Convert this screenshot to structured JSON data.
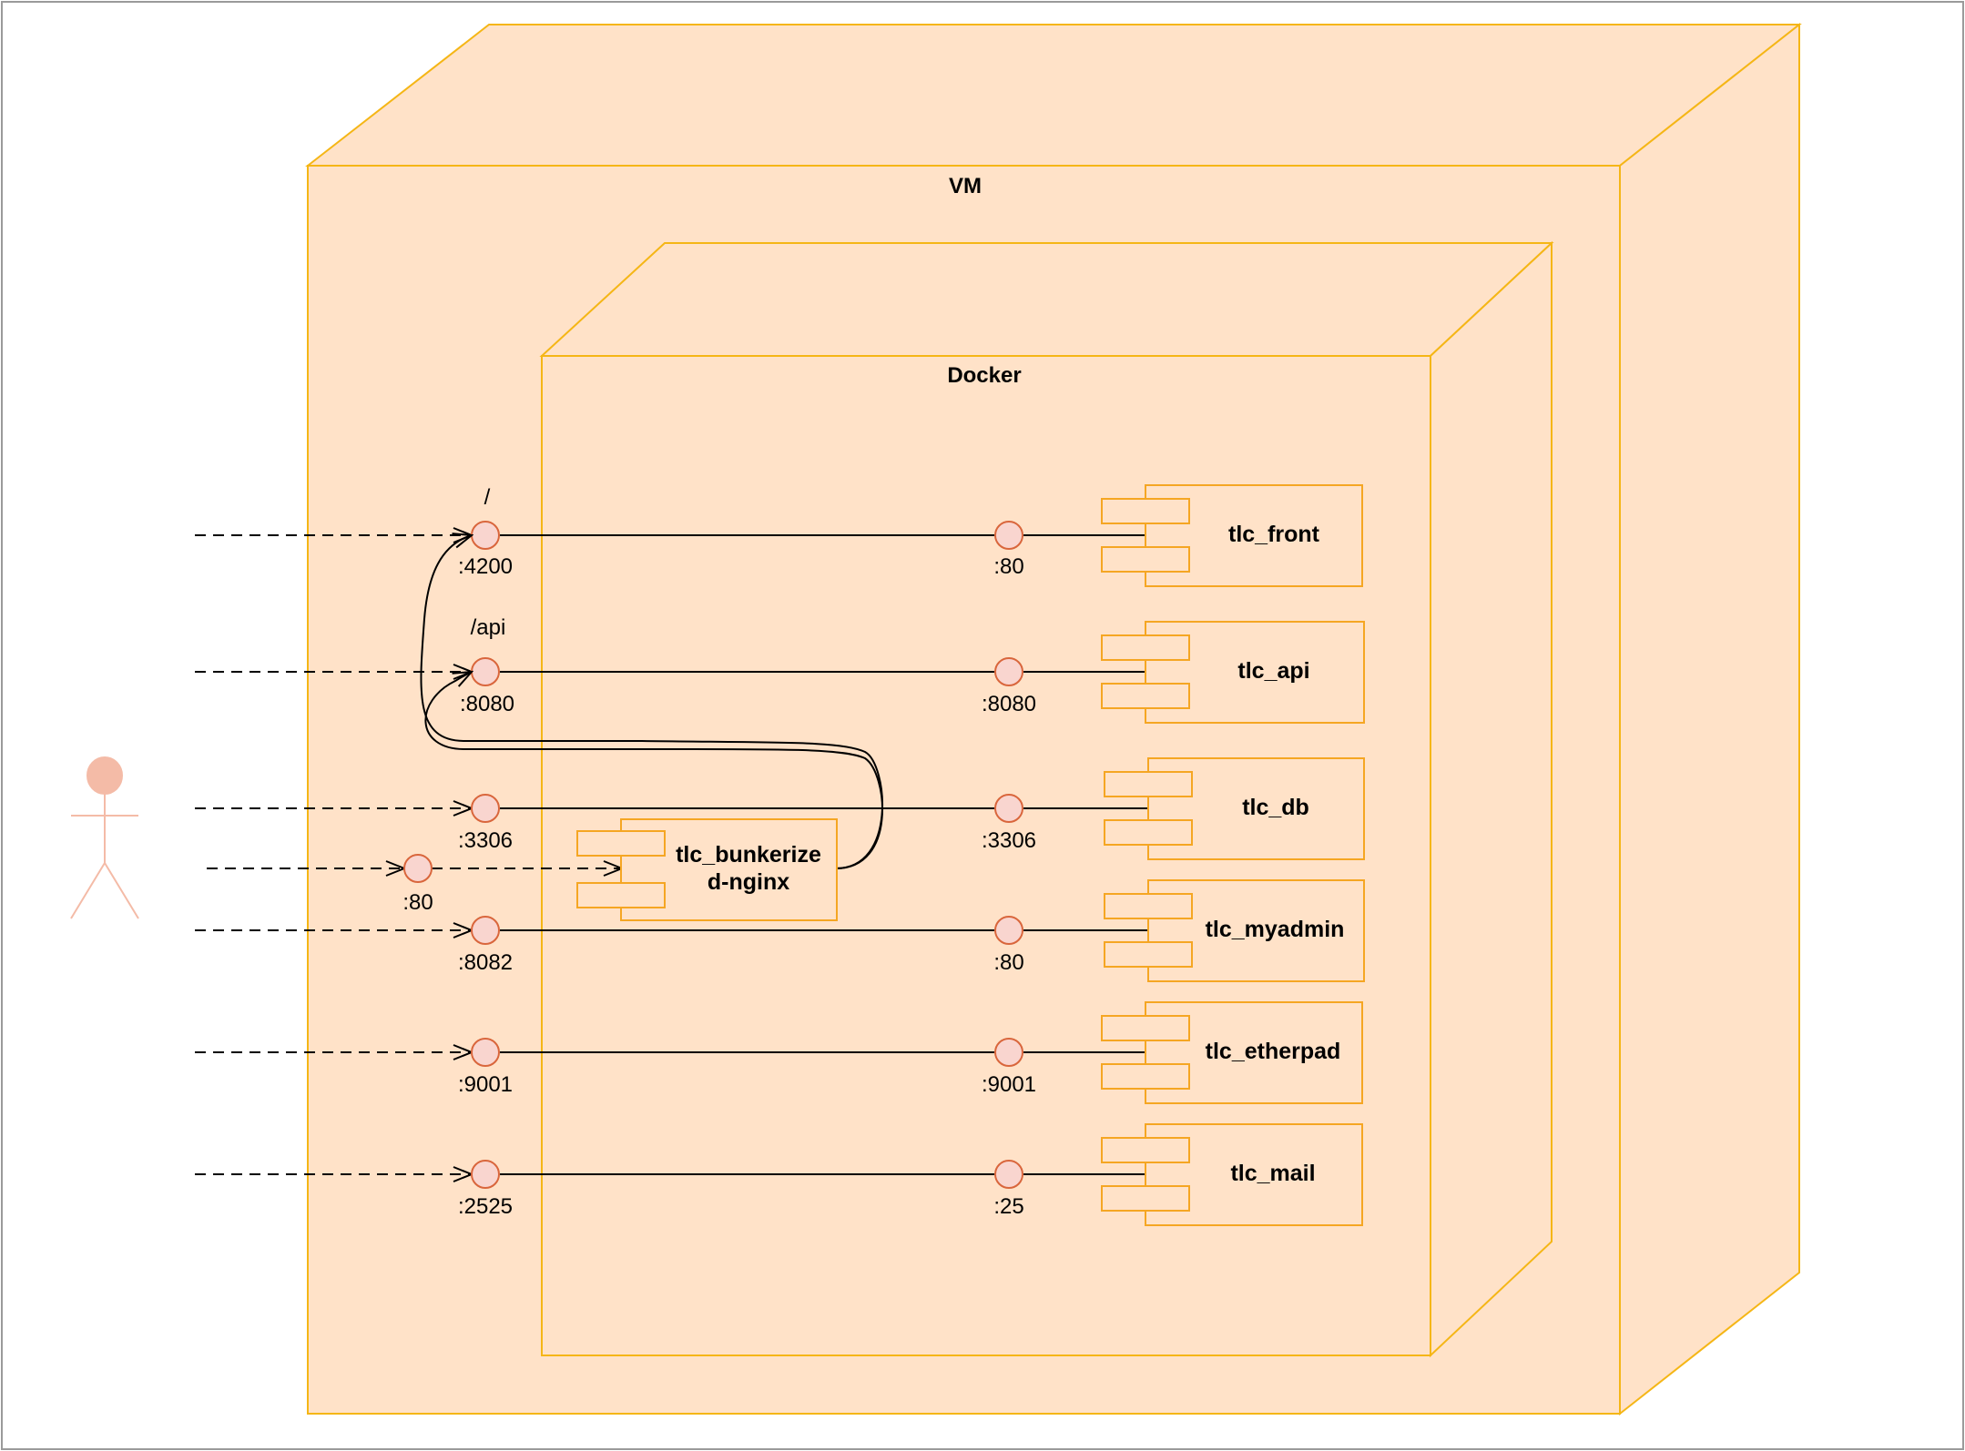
{
  "nodes": {
    "vm": {
      "label": "VM"
    },
    "docker": {
      "label": "Docker"
    }
  },
  "proxy": {
    "label_line1": "tlc_bunkerize",
    "label_line2": "d-nginx",
    "port": ":80"
  },
  "routes": [
    {
      "path_label": "/",
      "host_port": ":4200",
      "container_port": ":80",
      "component": "tlc_front"
    },
    {
      "path_label": "/api",
      "host_port": ":8080",
      "container_port": ":8080",
      "component": "tlc_api"
    },
    {
      "path_label": "",
      "host_port": ":3306",
      "container_port": ":3306",
      "component": "tlc_db"
    },
    {
      "path_label": "",
      "host_port": ":8082",
      "container_port": ":80",
      "component": "tlc_myadmin"
    },
    {
      "path_label": "",
      "host_port": ":9001",
      "container_port": ":9001",
      "component": "tlc_etherpad"
    },
    {
      "path_label": "",
      "host_port": ":2525",
      "container_port": ":25",
      "component": "tlc_mail"
    }
  ],
  "colors": {
    "node_fill": "#ffe2c8",
    "node_stroke": "#f5b616",
    "component_stroke": "#f5a623",
    "port_fill": "#f9d5cf",
    "port_stroke": "#d9663c",
    "actor": "#f4bba7",
    "line": "#000000"
  },
  "icons": {
    "actor": "stick-figure-actor-icon"
  }
}
